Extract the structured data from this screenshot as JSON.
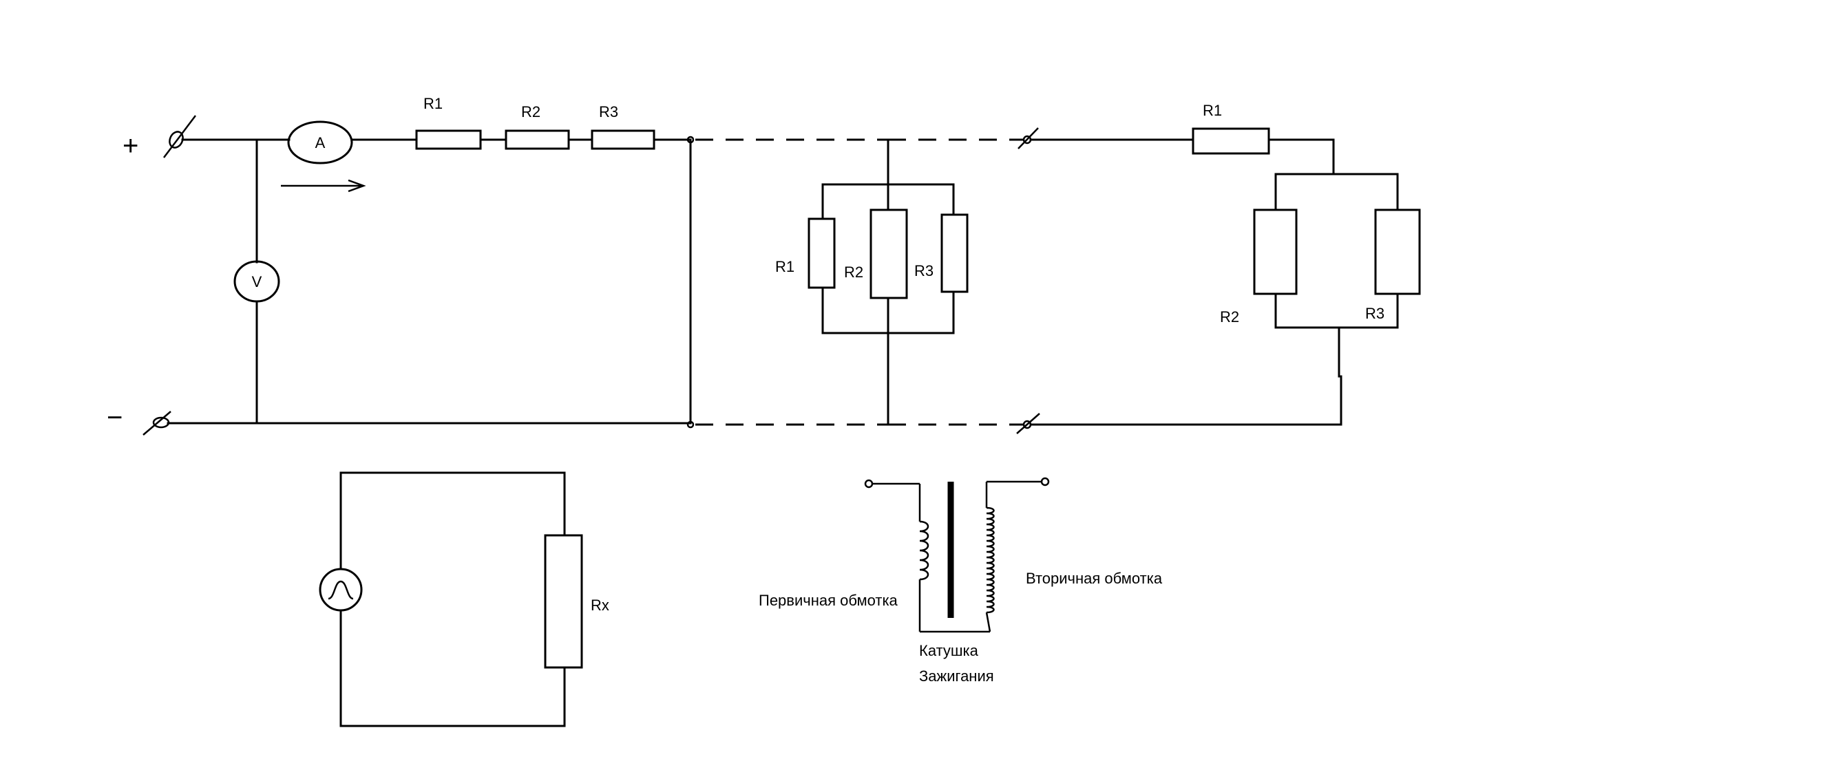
{
  "terminals": {
    "plus": "+",
    "minus": "−"
  },
  "meters": {
    "ammeter": "A",
    "voltmeter": "V"
  },
  "series_circuit": {
    "r1": "R1",
    "r2": "R2",
    "r3": "R3"
  },
  "parallel_circuit": {
    "r1": "R1",
    "r2": "R2",
    "r3": "R3"
  },
  "mixed_circuit": {
    "r1": "R1",
    "r2": "R2",
    "r3": "R3"
  },
  "test_circuit": {
    "rx": "Rx"
  },
  "coil": {
    "primary": "Первичная обмотка",
    "secondary": "Вторичная обмотка",
    "title_line1": "Катушка",
    "title_line2": "Зажигания"
  }
}
